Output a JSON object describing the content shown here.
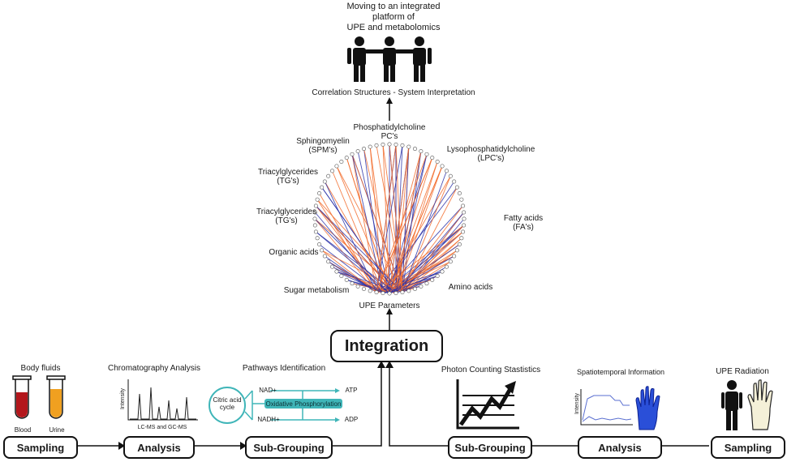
{
  "top": {
    "title_lines": [
      "Moving to an integrated",
      "platform of",
      "UPE and metabolomics"
    ],
    "correlation": "Correlation Structures - System Interpretation"
  },
  "network": {
    "labels": {
      "pc": [
        "Phosphatidylcholine",
        "PC's"
      ],
      "spm": [
        "Sphingomyelin",
        "(SPM's)"
      ],
      "lpc": [
        "Lysophosphatidylcholine",
        "(LPC's)"
      ],
      "tg1": [
        "Triacylglycerides",
        "(TG's)"
      ],
      "tg2": [
        "Triacylglycerides",
        "(TG's)"
      ],
      "fa": [
        "Fatty acids",
        "(FA's)"
      ],
      "organic": "Organic acids",
      "sugar": "Sugar metabolism",
      "amino": "Amino acids",
      "upe": "UPE Parameters"
    },
    "colors": {
      "positive": "#f26b2a",
      "negative": "#2b33a8"
    }
  },
  "integration": {
    "label": "Integration"
  },
  "left_chain": {
    "body_fluids": {
      "title": "Body fluids",
      "blood": "Blood",
      "urine": "Urine"
    },
    "chromatography": {
      "title": "Chromatography Analysis",
      "ylabel": "Intensity",
      "xlabel": "LC-MS and GC-MS"
    },
    "pathways": {
      "title": "Pathways Identification",
      "cycle": [
        "Citric acid",
        "cycle"
      ],
      "nad": "NAD+",
      "nadh": "NADH+",
      "oxphos": "Oxidative Phosphorylation",
      "atp": "ATP",
      "adp": "ADP"
    },
    "boxes": {
      "sampling": "Sampling",
      "analysis": "Analysis",
      "subgrouping": "Sub-Grouping"
    }
  },
  "right_chain": {
    "photon": {
      "title": "Photon Counting Stastistics"
    },
    "spatiotemporal": {
      "title": "Spatiotemporal Information",
      "ylabel": "Intensity"
    },
    "upe_radiation": {
      "title": "UPE Radiation"
    },
    "boxes": {
      "subgrouping": "Sub-Grouping",
      "analysis": "Analysis",
      "sampling": "Sampling"
    }
  },
  "colors": {
    "blood": "#b3171c",
    "urine": "#f0a020",
    "cycle": "#3fb5b8",
    "glove": "#2a4fd8"
  }
}
